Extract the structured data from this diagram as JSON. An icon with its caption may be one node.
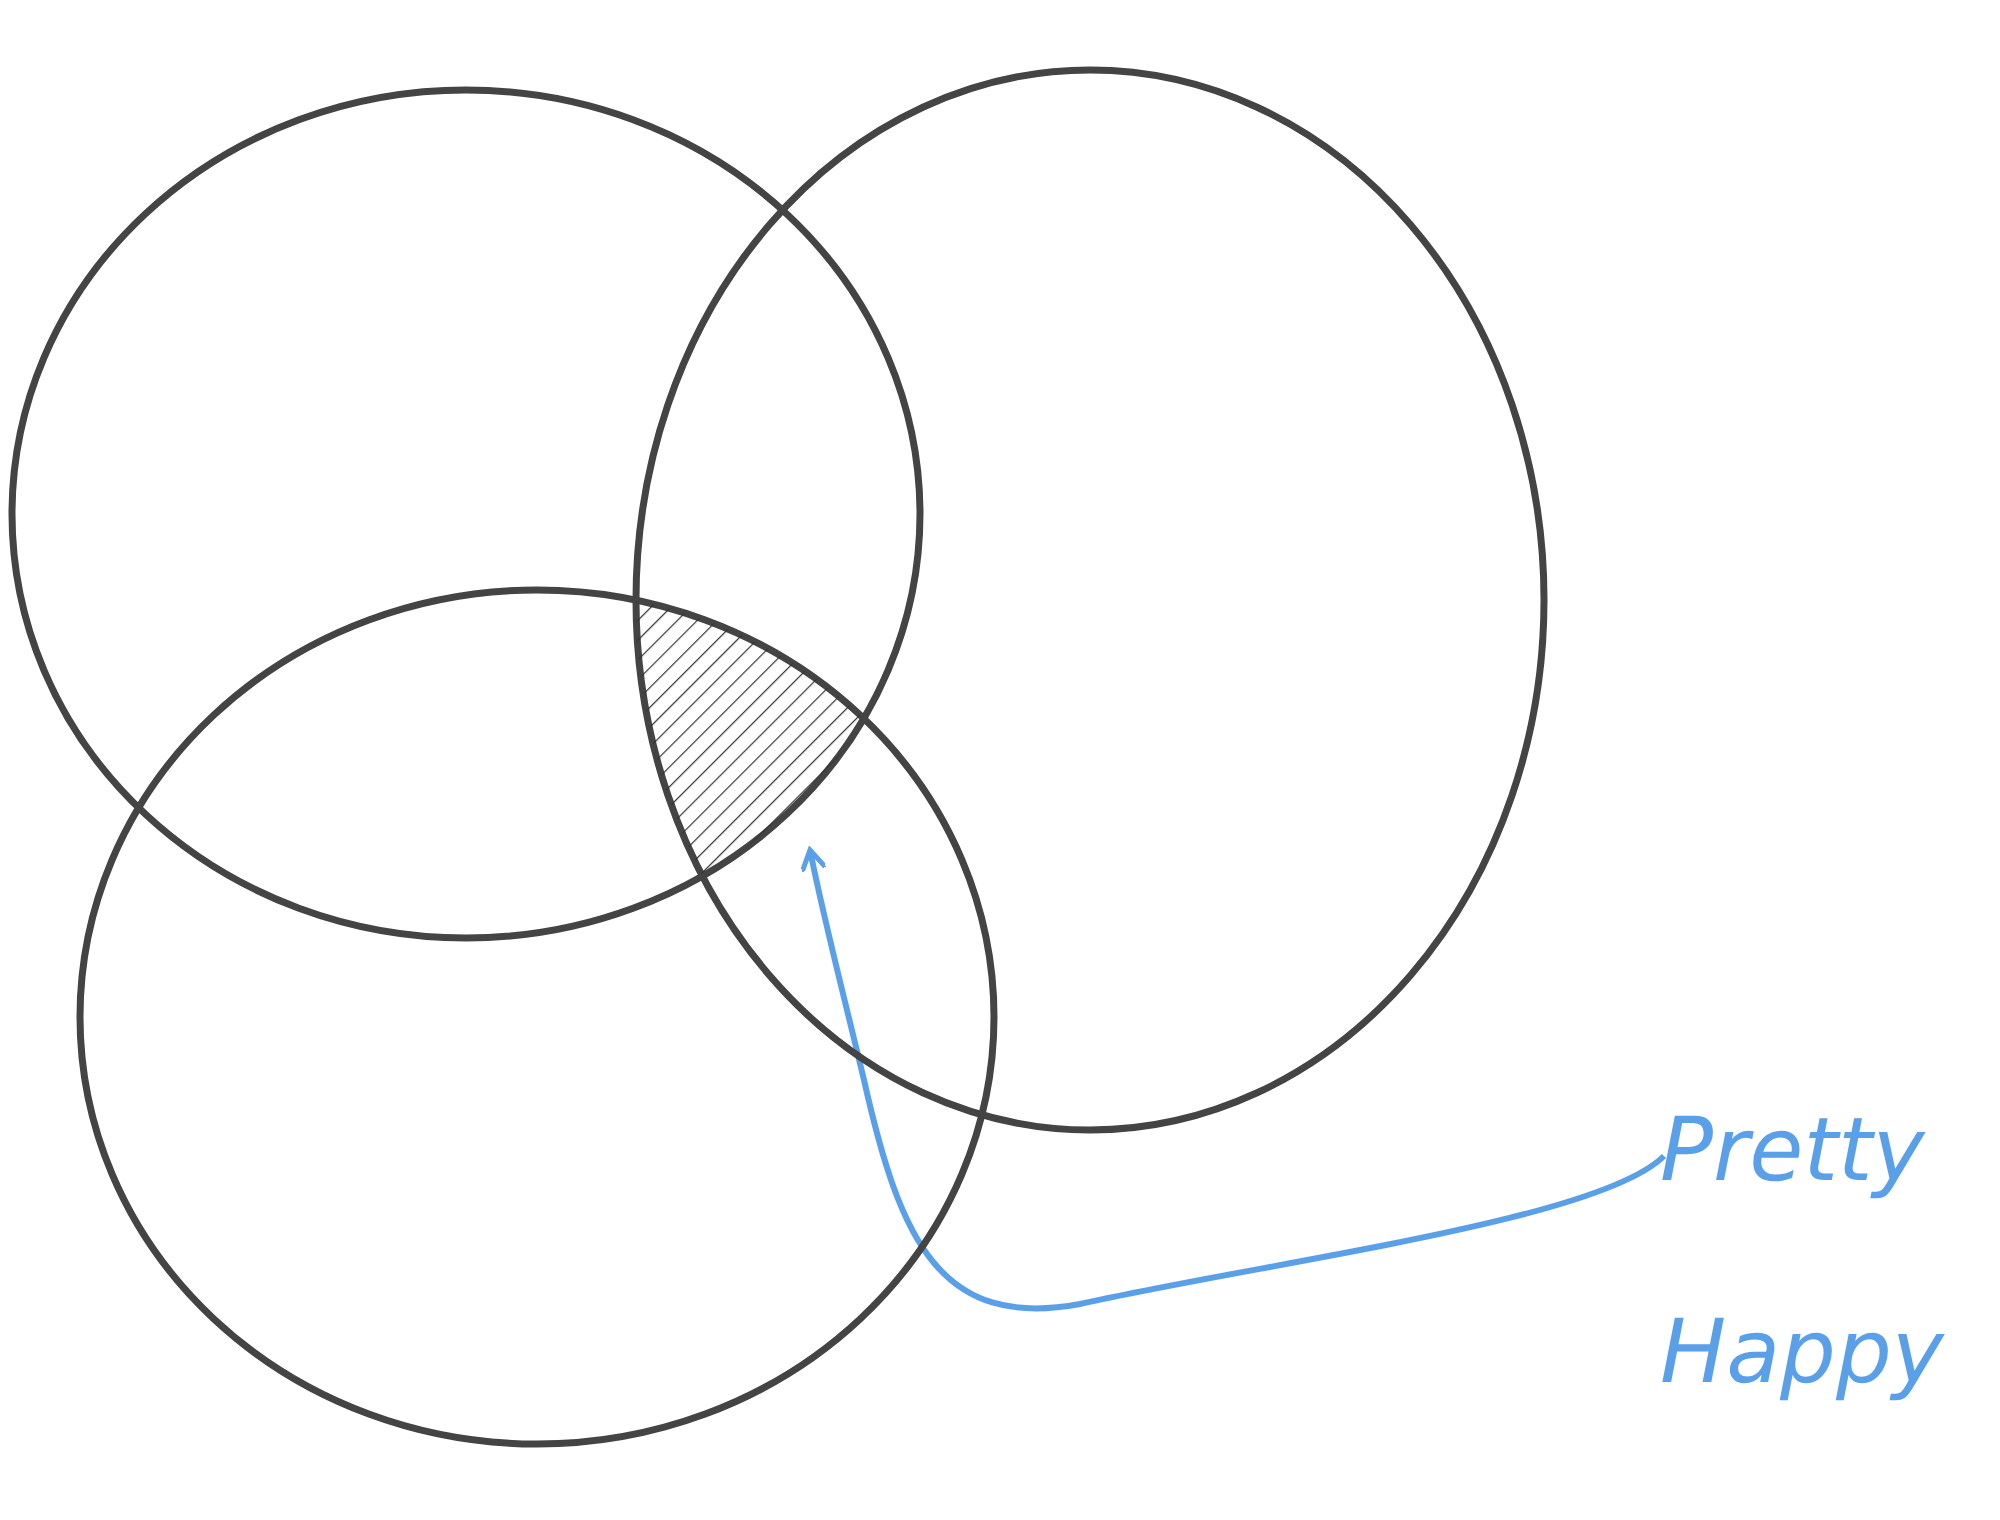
{
  "diagram": {
    "nodes": [
      {
        "text": [],
        "shape": "circle"
      },
      {
        "text": [],
        "shape": "circle"
      },
      {
        "text": [],
        "shape": "circle"
      },
      {
        "text": [],
        "shape": "region"
      },
      {
        "text": [
          "Pretty Happy"
        ]
      }
    ],
    "edges": [
      {
        "from": 4,
        "to": 3,
        "arrow": "to",
        "color": "#5aa0e8"
      }
    ]
  }
}
